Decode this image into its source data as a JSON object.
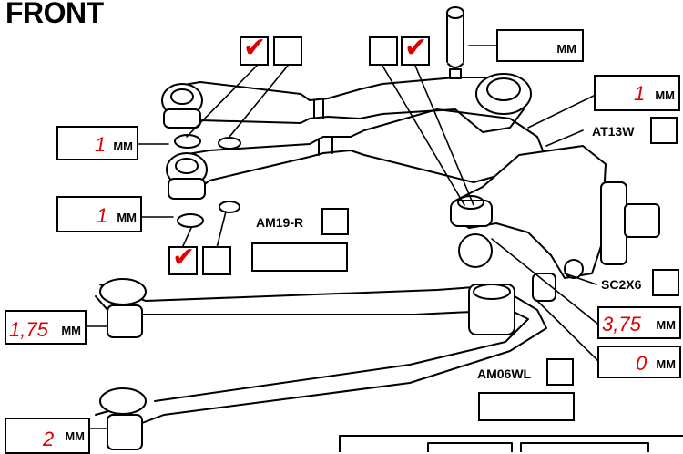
{
  "title": "FRONT",
  "unit": "MM",
  "measurements": {
    "top_link_upper": "1",
    "top_link_lower": "1",
    "lower_link": "1",
    "arm_upper": "1,75",
    "arm_lower": "2",
    "pivot_ball": "3,75",
    "arm_shim": "0",
    "blank": ""
  },
  "parts": {
    "p1": "AT13W",
    "p2": "AM19-R",
    "p3": "SC2X6",
    "p4": "AM06WL"
  },
  "checkbox_mark": "✔",
  "checkboxes": {
    "top_pair_left": true,
    "top_pair_right": false,
    "mid_pair_left": false,
    "mid_pair_right": true,
    "lower_pair_left": true,
    "lower_pair_right": false
  },
  "colors": {
    "mark": "#e00000",
    "line": "#000000"
  }
}
